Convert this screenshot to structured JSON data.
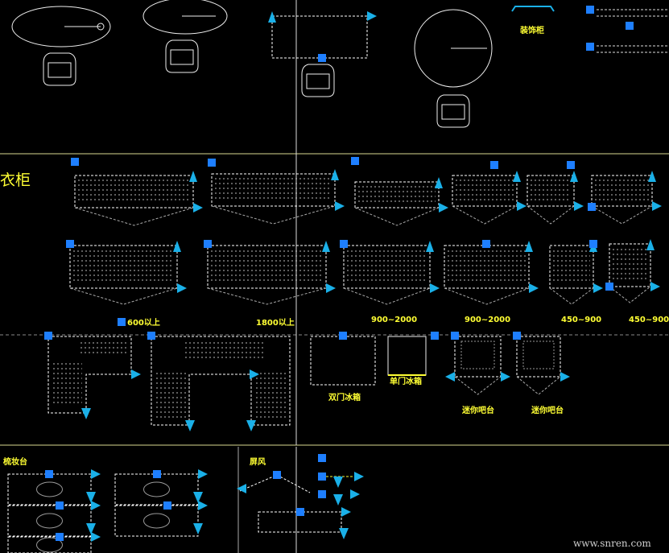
{
  "drawing": {
    "section_wardrobe": "衣柜",
    "decor_cabinet": "装饰柜",
    "dims": {
      "corner_small": "600以上",
      "corner_large": "1800以上",
      "w1": "900~2000",
      "w2": "900~2000",
      "w3": "450~900",
      "w4": "450~900"
    },
    "fridge_double": "双门冰箱",
    "fridge_single": "单门冰箱",
    "minibar_1": "迷你吧台",
    "minibar_2": "迷你吧台",
    "section_dresser": "梳妆台",
    "section_screen": "屏风",
    "watermark": "www.snren.com"
  },
  "colors": {
    "background": "#000000",
    "grip": "#1e7fff",
    "arrow": "#1ab0e8",
    "dashed": "#ffffff",
    "text": "#ffff33",
    "divider": "#d8d890"
  }
}
